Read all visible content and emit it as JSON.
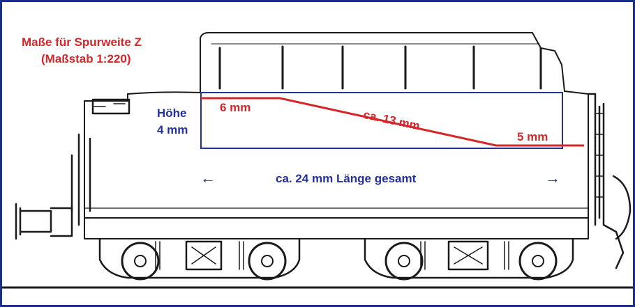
{
  "title": {
    "line1": "Maße für Spurweite Z",
    "line2": "(Maßstab 1:220)"
  },
  "height_label": {
    "line1": "Höhe",
    "line2": "4 mm"
  },
  "dimensions": {
    "left_height": "6 mm",
    "slope_length": "ca. 13 mm",
    "right_height": "5 mm"
  },
  "length_label": "ca. 24 mm Länge gesamt",
  "arrows": {
    "left": "←",
    "right": "→"
  },
  "colors": {
    "red": "#d5262b",
    "blue": "#23329a",
    "frame": "#1c2f86",
    "drawing": "#1a1a1a"
  }
}
